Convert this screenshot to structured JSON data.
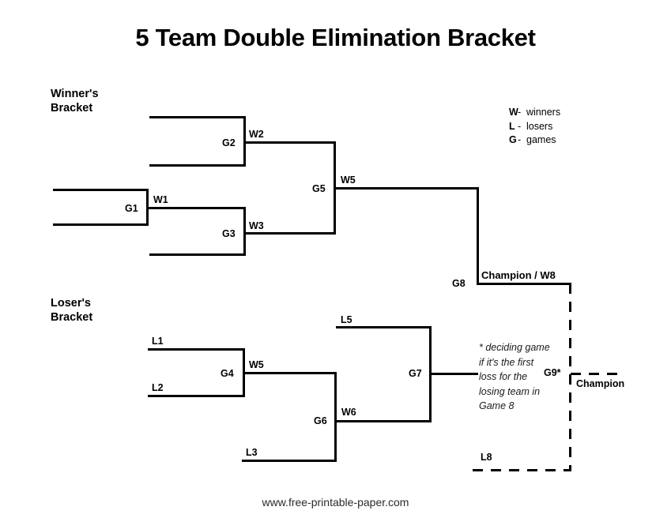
{
  "page": {
    "title": "5 Team Double Elimination Bracket",
    "footer": "www.free-printable-paper.com",
    "background_color": "#ffffff",
    "line_color": "#000000"
  },
  "sections": {
    "winners": "Winner's\nBracket",
    "losers": "Loser's\nBracket"
  },
  "legend": [
    {
      "key": "W",
      "dash": "-",
      "value": "winners"
    },
    {
      "key": "L",
      "dash": "-",
      "value": "losers"
    },
    {
      "key": "G",
      "dash": "-",
      "value": "games"
    }
  ],
  "winners_bracket": {
    "g1": "G1",
    "w1": "W1",
    "g2": "G2",
    "w2": "W2",
    "g3": "G3",
    "w3": "W3",
    "g5": "G5",
    "w5": "W5"
  },
  "losers_bracket": {
    "l1": "L1",
    "l2": "L2",
    "g4": "G4",
    "w5": "W5",
    "l3": "L3",
    "g6": "G6",
    "w6": "W6",
    "l5": "L5",
    "g7": "G7"
  },
  "finals": {
    "g8": "G8",
    "champion_w8": "Champion / W8",
    "g9": "G9*",
    "champion": "Champion",
    "l8": "L8",
    "note": "* deciding game\nif it's the first\nloss  for the\nlosing team in\nGame 8"
  }
}
